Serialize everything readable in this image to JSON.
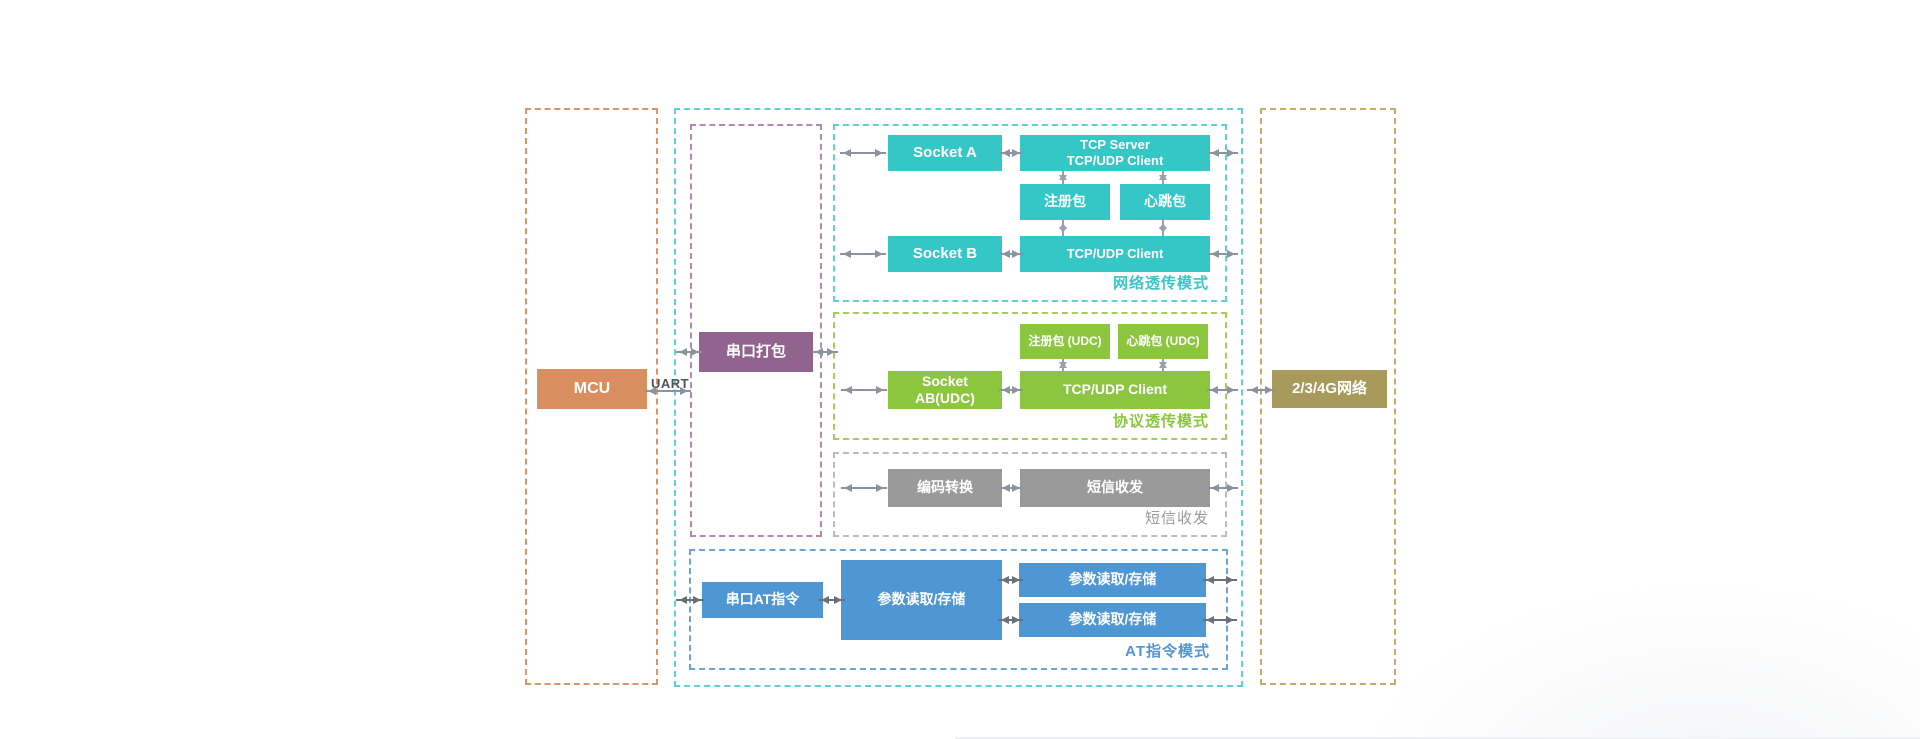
{
  "diagram": {
    "left_column": {
      "mcu": "MCU",
      "uart_label": "UART"
    },
    "middle": {
      "serial_pack": "串口打包"
    },
    "network_mode": {
      "label": "网络透传模式",
      "socket_a": "Socket A",
      "tcp_server_line1": "TCP Server",
      "tcp_server_line2": "TCP/UDP Client",
      "reg_packet": "注册包",
      "heartbeat_packet": "心跳包",
      "socket_b": "Socket B",
      "tcp_udp_client": "TCP/UDP Client"
    },
    "protocol_mode": {
      "label": "协议透传模式",
      "reg_packet_udc": "注册包 (UDC)",
      "heartbeat_packet_udc": "心跳包 (UDC)",
      "socket_ab_line1": "Socket",
      "socket_ab_line2": "AB(UDC)",
      "tcp_udp_client": "TCP/UDP Client"
    },
    "sms_mode": {
      "label": "短信收发",
      "encode_convert": "编码转换",
      "sms_send_receive": "短信收发"
    },
    "at_mode": {
      "label": "AT指令模式",
      "serial_at_cmd": "串口AT指令",
      "param_rw_main": "参数读取/存储",
      "param_rw_top": "参数读取/存储",
      "param_rw_bottom": "参数读取/存储"
    },
    "right_column": {
      "cellular_network": "2/3/4G网络"
    },
    "colors": {
      "teal_box": "#35c6c6",
      "green_box": "#8cc63f",
      "gray_box": "#9a9a9a",
      "blue_box": "#4f97d4",
      "purple_box": "#91648f",
      "orange_box": "#d98e5f",
      "khaki_box": "#a89a5b",
      "teal_label": "#3bc5c8",
      "green_label": "#8cc63f",
      "gray_label": "#9a9a9a",
      "blue_label": "#4f97d4",
      "arrow": "#8b92a0"
    }
  }
}
